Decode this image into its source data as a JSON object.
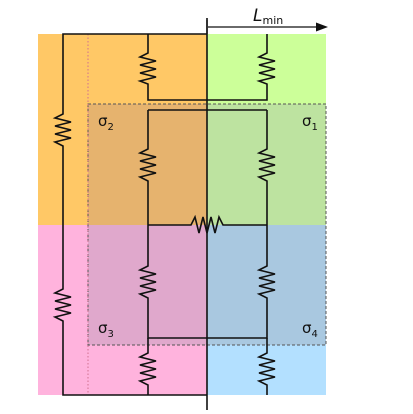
{
  "colors": {
    "top_left": "#ffc866",
    "top_right": "#ccff99",
    "bottom_left": "#ffb3dd",
    "bottom_right": "#b3e0ff",
    "inner_top_left": "#e6b36e",
    "inner_top_right": "#bde3a0",
    "inner_bottom_left": "#e0a8cc",
    "inner_bottom_right": "#a9c8e0",
    "line": "#111111",
    "dash": "#555555"
  },
  "labels": {
    "sigma1": {
      "base": "σ",
      "sub": "1"
    },
    "sigma2": {
      "base": "σ",
      "sub": "2"
    },
    "sigma3": {
      "base": "σ",
      "sub": "3"
    },
    "sigma4": {
      "base": "σ",
      "sub": "4"
    },
    "lmin": {
      "base": "L",
      "sub": "min"
    }
  }
}
